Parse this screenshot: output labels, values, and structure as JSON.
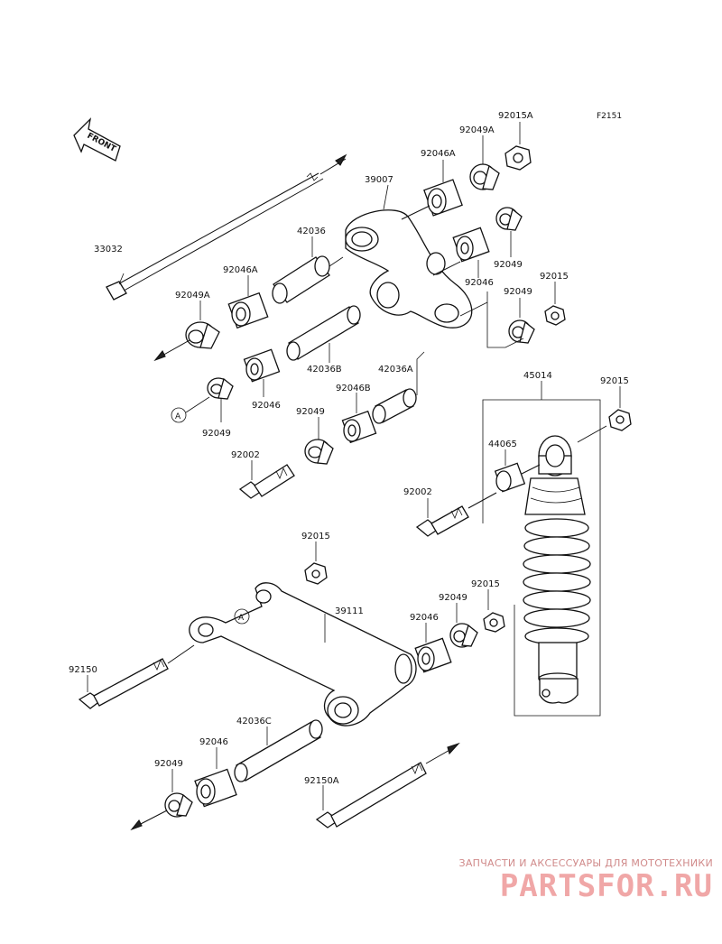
{
  "figure_code": "F2151",
  "front_label": "FRONT",
  "callout_a": "A",
  "parts": {
    "p33032": "33032",
    "p39007": "39007",
    "p42036": "42036",
    "p92046A_1": "92046A",
    "p92046A_2": "92046A",
    "p92049A_1": "92049A",
    "p92049A_2": "92049A",
    "p92015A": "92015A",
    "p92049_1": "92049",
    "p92049_2": "92049",
    "p92049_3": "92049",
    "p92049_4": "92049",
    "p92049_5": "92049",
    "p92049_6": "92049",
    "p92046_1": "92046",
    "p92046_2": "92046",
    "p92046_3": "92046",
    "p92046_4": "92046",
    "p92015_1": "92015",
    "p92015_2": "92015",
    "p92015_3": "92015",
    "p92015_4": "92015",
    "p42036B": "42036B",
    "p42036A": "42036A",
    "p92046B": "92046B",
    "p92002_1": "92002",
    "p92002_2": "92002",
    "p45014": "45014",
    "p44065": "44065",
    "p39111": "39111",
    "p92150": "92150",
    "p42036C": "42036C",
    "p92150A": "92150A"
  },
  "watermark": {
    "tagline": "ЗАПЧАСТИ И АКСЕССУАРЫ ДЛЯ МОТОТЕХНИКИ",
    "brand": "PARTSFOR.RU",
    "color": "#f0a7a7"
  }
}
